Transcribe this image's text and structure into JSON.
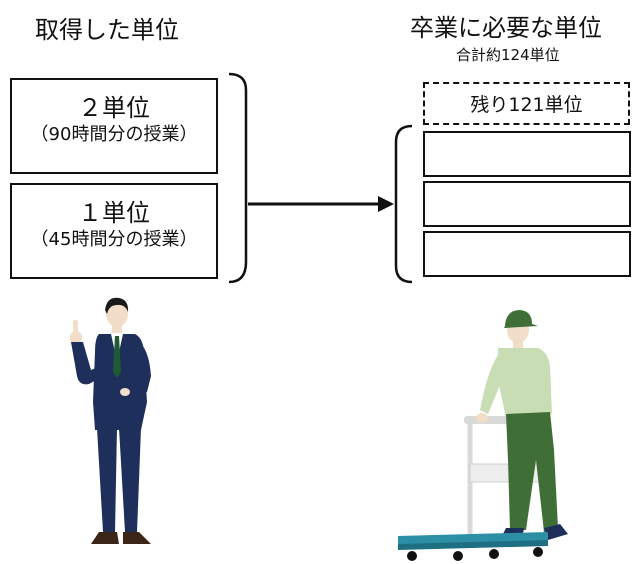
{
  "left": {
    "title": "取得した単位",
    "boxes": [
      {
        "units": "２単位",
        "hours": "（90時間分の授業）"
      },
      {
        "units": "１単位",
        "hours": "（45時間分の授業）"
      }
    ]
  },
  "right": {
    "title": "卒業に必要な単位",
    "subtitle": "合計約124単位",
    "remaining": "残り121単位",
    "slots": 3
  },
  "colors": {
    "line": "#111111",
    "suit": "#1f2f5c",
    "tie": "#1f5a34",
    "skin": "#f1ddc8",
    "hair": "#1a1a1a",
    "worker_shirt": "#c9ddb4",
    "worker_pants": "#3f6f37",
    "worker_cap": "#3f6f37",
    "cart_blue": "#2c8fa6",
    "cart_frame": "#d9d9d9"
  },
  "icons": [
    "businessman-figure",
    "worker-with-cart-figure",
    "bracket-left",
    "bracket-right",
    "arrow-right"
  ]
}
